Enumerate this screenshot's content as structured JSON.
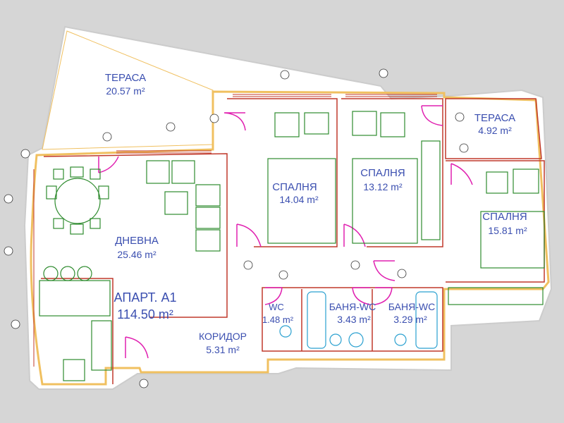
{
  "rooms": {
    "terrace_large": {
      "name": "ТЕРАСА",
      "area": "20.57 m²"
    },
    "terrace_small": {
      "name": "ТЕРАСА",
      "area": "4.92 m²"
    },
    "living": {
      "name": "ДНЕВНА",
      "area": "25.46 m²"
    },
    "bedroom_1": {
      "name": "СПАЛНЯ",
      "area": "14.04 m²"
    },
    "bedroom_2": {
      "name": "СПАЛНЯ",
      "area": "13.12 m²"
    },
    "bedroom_3": {
      "name": "СПАЛНЯ",
      "area": "15.81 m²"
    },
    "corridor": {
      "name": "КОРИДОР",
      "area": "5.31 m²"
    },
    "wc": {
      "name": "WC",
      "area": "1.48 m²"
    },
    "bath_1": {
      "name": "БАНЯ-WC",
      "area": "3.43 m²"
    },
    "bath_2": {
      "name": "БАНЯ-WC",
      "area": "3.29 m²"
    }
  },
  "apartment": {
    "label": "АПАРТ. А1",
    "area": "114.50 m²"
  },
  "colors": {
    "background": "#d6d6d6",
    "slab": "#ffffff",
    "wall_outer": "#f0c060",
    "wall_inner": "#c0392b",
    "furniture": "#2e8b2e",
    "door": "#e020b0",
    "text": "#3b4fb0",
    "fixtures": "#2aa0d0"
  }
}
